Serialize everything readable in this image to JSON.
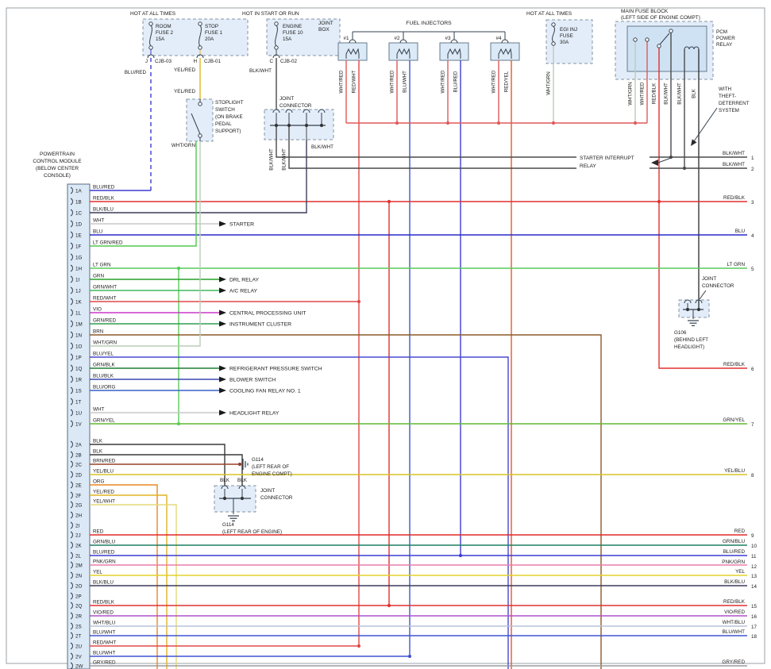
{
  "wire_colors": {
    "BLU/RED": "#3c3cd2",
    "RED/BLK": "#e03030",
    "BLK/BLU": "#3c3c5a",
    "WHT": "#c8c8c8",
    "BLU": "#2828c8",
    "LT GRN/RED": "#50c850",
    "LT GRN": "#58cc58",
    "GRN": "#28a028",
    "GRN/WHT": "#40b860",
    "RED/WHT": "#e04848",
    "VIO": "#c838c8",
    "GRN/RED": "#2f9e50",
    "BRN": "#8a5a28",
    "WHT/GRN": "#b9cdb9",
    "BLU/YEL": "#4848d0",
    "GRN/BLK": "#1e7e34",
    "BLU/BLK": "#3848b0",
    "BLU/ORG": "#3861c8",
    "GRN/YEL": "#62b832",
    "BLK": "#383838",
    "BRN/RED": "#96422a",
    "YEL/BLU": "#d6c426",
    "ORG": "#e88820",
    "YEL/RED": "#e0b422",
    "YEL/WHT": "#e4da7a",
    "RED": "#e02828",
    "GRN/BLU": "#1e7e64",
    "PNK/GRN": "#e87ea8",
    "YEL": "#e4d22c",
    "VIO/RED": "#b050c8",
    "WHT/BLU": "#b9c3d7",
    "BLU/WHT": "#4054d2",
    "GRY/RED": "#9a9aa2",
    "RED/YEL": "#e05a28",
    "BLK/WHT": "#4a4a4a",
    "WHT/RED": "#df5a5a"
  },
  "top": {
    "hot_left": "HOT AT ALL TIMES",
    "hot_mid": "HOT IN START OR RUN",
    "hot_right": "HOT AT ALL TIMES",
    "joint_box": [
      "JOINT",
      "BOX"
    ],
    "fuses": [
      {
        "lines": [
          "ROOM",
          "FUSE 2",
          "15A"
        ]
      },
      {
        "lines": [
          "STOP",
          "FUSE 1",
          "20A"
        ]
      },
      {
        "lines": [
          "ENGINE",
          "FUSE 10",
          "15A"
        ]
      },
      {
        "lines": [
          "EGI INJ",
          "FUSE",
          "30A"
        ]
      }
    ],
    "cjb": [
      {
        "pin": "J",
        "id": "CJB-03",
        "wire": "BLU/RED"
      },
      {
        "pin": "H",
        "id": "CJB-01",
        "wire": "YEL/RED",
        "wire2": "YEL/RED"
      },
      {
        "pin": "C",
        "id": "CJB-02",
        "wire": "BLK/WHT"
      }
    ],
    "egi_lead": "WHT/GRN",
    "injectors": {
      "label": "FUEL INJECTORS",
      "items": [
        {
          "id": "#1",
          "leads": [
            "WHT/RED",
            "RED/WHT"
          ]
        },
        {
          "id": "#2",
          "leads": [
            "WHT/RED",
            "BLU/WHT"
          ]
        },
        {
          "id": "#3",
          "leads": [
            "WHT/RED",
            "BLU/RED"
          ]
        },
        {
          "id": "#4",
          "leads": [
            "WHT/RED",
            "RED/YEL"
          ]
        }
      ]
    },
    "main_fuse_block": {
      "label": [
        "MAIN FUSE BLOCK",
        "(LEFT SIDE OF ENGINE COMPT)"
      ],
      "relay": [
        "PCM",
        "POWER",
        "RELAY"
      ],
      "leads": [
        "WHT/GRN",
        "WHT/RED",
        "RED/BLK",
        "BLK/WHT",
        "BLK/WHT",
        "BLK"
      ],
      "theft_note": [
        "WITH",
        "THEFT-",
        "DETERRENT",
        "SYSTEM"
      ]
    }
  },
  "stoplight_switch": {
    "label": [
      "STOPLIGHT",
      "SWITCH",
      "(ON BRAKE",
      "PEDAL",
      "SUPPORT)"
    ],
    "out_wire": "WHT/GRN"
  },
  "joint_connector_top": {
    "label": [
      "JOINT",
      "CONNECTOR"
    ],
    "leads": [
      "BLK/WHT",
      "BLK/WHT"
    ],
    "branch": "BLK/WHT"
  },
  "starter_relay": {
    "label": [
      "STARTER INTERRUPT",
      "RELAY"
    ]
  },
  "pcm": {
    "label": [
      "POWERTRAIN",
      "CONTROL MODULE",
      "(BELOW CENTER",
      "CONSOLE)"
    ],
    "connector1": [
      {
        "pin": "1A",
        "wire": "BLU/RED"
      },
      {
        "pin": "1B",
        "wire": "RED/BLK"
      },
      {
        "pin": "1C",
        "wire": "BLK/BLU"
      },
      {
        "pin": "1D",
        "wire": "WHT",
        "dest": "STARTER"
      },
      {
        "pin": "1E",
        "wire": "BLU"
      },
      {
        "pin": "1F",
        "wire": "LT GRN/RED"
      },
      {
        "pin": "1G",
        "wire": ""
      },
      {
        "pin": "1H",
        "wire": "LT GRN"
      },
      {
        "pin": "1I",
        "wire": "GRN",
        "dest": "DRL RELAY"
      },
      {
        "pin": "1J",
        "wire": "GRN/WHT",
        "dest": "A/C RELAY"
      },
      {
        "pin": "1K",
        "wire": "RED/WHT"
      },
      {
        "pin": "1L",
        "wire": "VIO",
        "dest": "CENTRAL PROCESSING UNIT"
      },
      {
        "pin": "1M",
        "wire": "GRN/RED",
        "dest": "INSTRUMENT CLUSTER"
      },
      {
        "pin": "1N",
        "wire": "BRN"
      },
      {
        "pin": "1O",
        "wire": "WHT/GRN"
      },
      {
        "pin": "1P",
        "wire": "BLU/YEL"
      },
      {
        "pin": "1Q",
        "wire": "GRN/BLK",
        "dest": "REFRIGERANT PRESSURE SWITCH"
      },
      {
        "pin": "1R",
        "wire": "BLU/BLK",
        "dest": "BLOWER SWITCH"
      },
      {
        "pin": "1S",
        "wire": "BLU/ORG",
        "dest": "COOLING FAN RELAY NO. 1"
      },
      {
        "pin": "1T",
        "wire": ""
      },
      {
        "pin": "1U",
        "wire": "WHT",
        "dest": "HEADLIGHT RELAY"
      },
      {
        "pin": "1V",
        "wire": "GRN/YEL"
      }
    ],
    "connector2": [
      {
        "pin": "2A",
        "wire": "BLK"
      },
      {
        "pin": "2B",
        "wire": "BLK"
      },
      {
        "pin": "2C",
        "wire": "BRN/RED"
      },
      {
        "pin": "2D",
        "wire": "YEL/BLU"
      },
      {
        "pin": "2E",
        "wire": "ORG"
      },
      {
        "pin": "2F",
        "wire": "YEL/RED"
      },
      {
        "pin": "2G",
        "wire": "YEL/WHT"
      },
      {
        "pin": "2H",
        "wire": ""
      },
      {
        "pin": "2I",
        "wire": ""
      },
      {
        "pin": "2J",
        "wire": "RED"
      },
      {
        "pin": "2K",
        "wire": "GRN/BLU"
      },
      {
        "pin": "2L",
        "wire": "BLU/RED"
      },
      {
        "pin": "2M",
        "wire": "PNK/GRN"
      },
      {
        "pin": "2N",
        "wire": "YEL"
      },
      {
        "pin": "2O",
        "wire": "BLK/BLU"
      },
      {
        "pin": "2P",
        "wire": ""
      },
      {
        "pin": "2Q",
        "wire": "RED/BLK"
      },
      {
        "pin": "2R",
        "wire": "VIO/RED"
      },
      {
        "pin": "2S",
        "wire": "WHT/BLU"
      },
      {
        "pin": "2T",
        "wire": "BLU/WHT"
      },
      {
        "pin": "2U",
        "wire": "RED/WHT"
      },
      {
        "pin": "2V",
        "wire": "BLU/WHT"
      },
      {
        "pin": "2W",
        "wire": "GRY/RED"
      }
    ]
  },
  "grounds": {
    "g114_compt": [
      "G114",
      "(LEFT REAR OF",
      "ENGINE COMPT)"
    ],
    "g114_mid": {
      "wires": [
        "BLK",
        "BLK"
      ],
      "joint": [
        "JOINT",
        "CONNECTOR"
      ],
      "name": [
        "G114",
        "(LEFT REAR OF ENGINE)"
      ]
    },
    "g106": {
      "joint": [
        "JOINT",
        "CONNECTOR"
      ],
      "name": [
        "G106",
        "(BEHIND LEFT",
        "HEADLIGHT)"
      ]
    }
  },
  "right_edge": [
    {
      "wire": "BLK/WHT",
      "num": "1"
    },
    {
      "wire": "BLK/WHT",
      "num": "2"
    },
    {
      "wire": "RED/BLK",
      "num": "3"
    },
    {
      "wire": "BLU",
      "num": "4"
    },
    {
      "wire": "LT GRN",
      "num": "5"
    },
    {
      "wire": "RED/BLK",
      "num": "6"
    },
    {
      "wire": "GRN/YEL",
      "num": "7"
    },
    {
      "wire": "YEL/BLU",
      "num": "8"
    },
    {
      "wire": "RED",
      "num": "9"
    },
    {
      "wire": "GRN/BLU",
      "num": "10"
    },
    {
      "wire": "BLU/RED",
      "num": "11"
    },
    {
      "wire": "PNK/GRN",
      "num": "12"
    },
    {
      "wire": "YEL",
      "num": "13"
    },
    {
      "wire": "BLK/BLU",
      "num": "14"
    },
    {
      "wire": "RED/BLK",
      "num": "15"
    },
    {
      "wire": "VIO/RED",
      "num": "16"
    },
    {
      "wire": "WHT/BLU",
      "num": "17"
    },
    {
      "wire": "BLU/WHT",
      "num": "18"
    },
    {
      "wire": "GRY/RED",
      "num": ""
    }
  ]
}
